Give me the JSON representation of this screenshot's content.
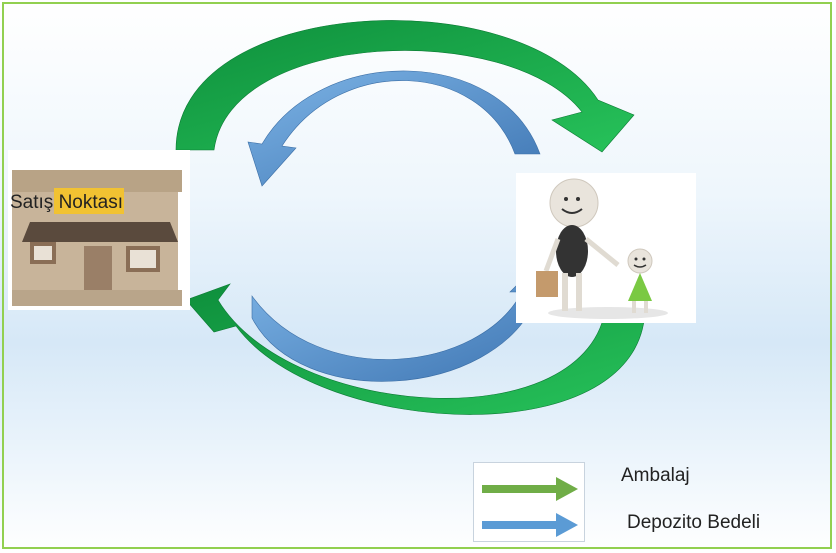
{
  "store": {
    "label": "Satış Noktası",
    "icon": "store-icon"
  },
  "family": {
    "icon": "family-icon"
  },
  "legend": {
    "items": [
      {
        "label": "Ambalaj",
        "color": "#70ad47"
      },
      {
        "label": "Depozito Bedeli",
        "color": "#5b9bd5"
      }
    ]
  },
  "colors": {
    "green": "#1aa84b",
    "blue": "#5b9bd5",
    "border": "#92d050"
  }
}
